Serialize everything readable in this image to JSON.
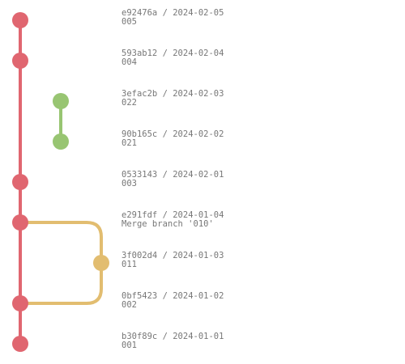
{
  "colors": {
    "main": "#e06670",
    "feature_green": "#98c572",
    "feature_yellow": "#e2bd70",
    "text": "#777777",
    "background": "#ffffff"
  },
  "commits": [
    {
      "hash": "e92476a",
      "date": "2024-02-05",
      "message": "005",
      "branch": "main"
    },
    {
      "hash": "593ab12",
      "date": "2024-02-04",
      "message": "004",
      "branch": "main"
    },
    {
      "hash": "3efac2b",
      "date": "2024-02-03",
      "message": "022",
      "branch": "feature_green"
    },
    {
      "hash": "90b165c",
      "date": "2024-02-02",
      "message": "021",
      "branch": "feature_green"
    },
    {
      "hash": "0533143",
      "date": "2024-02-01",
      "message": "003",
      "branch": "main"
    },
    {
      "hash": "e291fdf",
      "date": "2024-01-04",
      "message": "Merge branch '010'",
      "branch": "main"
    },
    {
      "hash": "3f002d4",
      "date": "2024-01-03",
      "message": "011",
      "branch": "feature_yellow"
    },
    {
      "hash": "0bf5423",
      "date": "2024-01-02",
      "message": "002",
      "branch": "main"
    },
    {
      "hash": "b30f89c",
      "date": "2024-01-01",
      "message": "001",
      "branch": "main"
    }
  ]
}
